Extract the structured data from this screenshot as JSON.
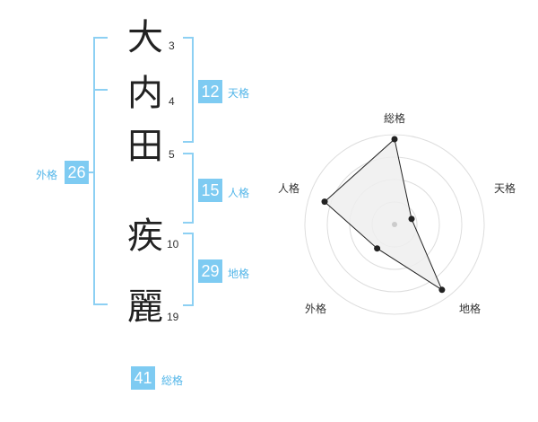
{
  "name": {
    "chars": [
      {
        "char": "大",
        "strokes": "3"
      },
      {
        "char": "内",
        "strokes": "4"
      },
      {
        "char": "田",
        "strokes": "5"
      },
      {
        "char": "疾",
        "strokes": "10"
      },
      {
        "char": "麗",
        "strokes": "19"
      }
    ]
  },
  "kaku": {
    "tenkaku": {
      "value": "12",
      "label": "天格"
    },
    "jinkaku": {
      "value": "15",
      "label": "人格"
    },
    "chikaku": {
      "value": "29",
      "label": "地格"
    },
    "gaikaku": {
      "value": "26",
      "label": "外格"
    },
    "soukaku": {
      "value": "41",
      "label": "総格"
    }
  },
  "radar": {
    "labels": {
      "soukaku": "総格",
      "tenkaku": "天格",
      "chikaku": "地格",
      "gaikaku": "外格",
      "jinkaku": "人格"
    },
    "levels": 4,
    "scores": {
      "soukaku": 0.95,
      "tenkaku": 0.2,
      "chikaku": 0.9,
      "gaikaku": 0.33,
      "jinkaku": 0.82
    },
    "colors": {
      "fill": "#efefef",
      "line": "#222222",
      "grid": "#dddddd",
      "center": "#cccccc"
    }
  }
}
